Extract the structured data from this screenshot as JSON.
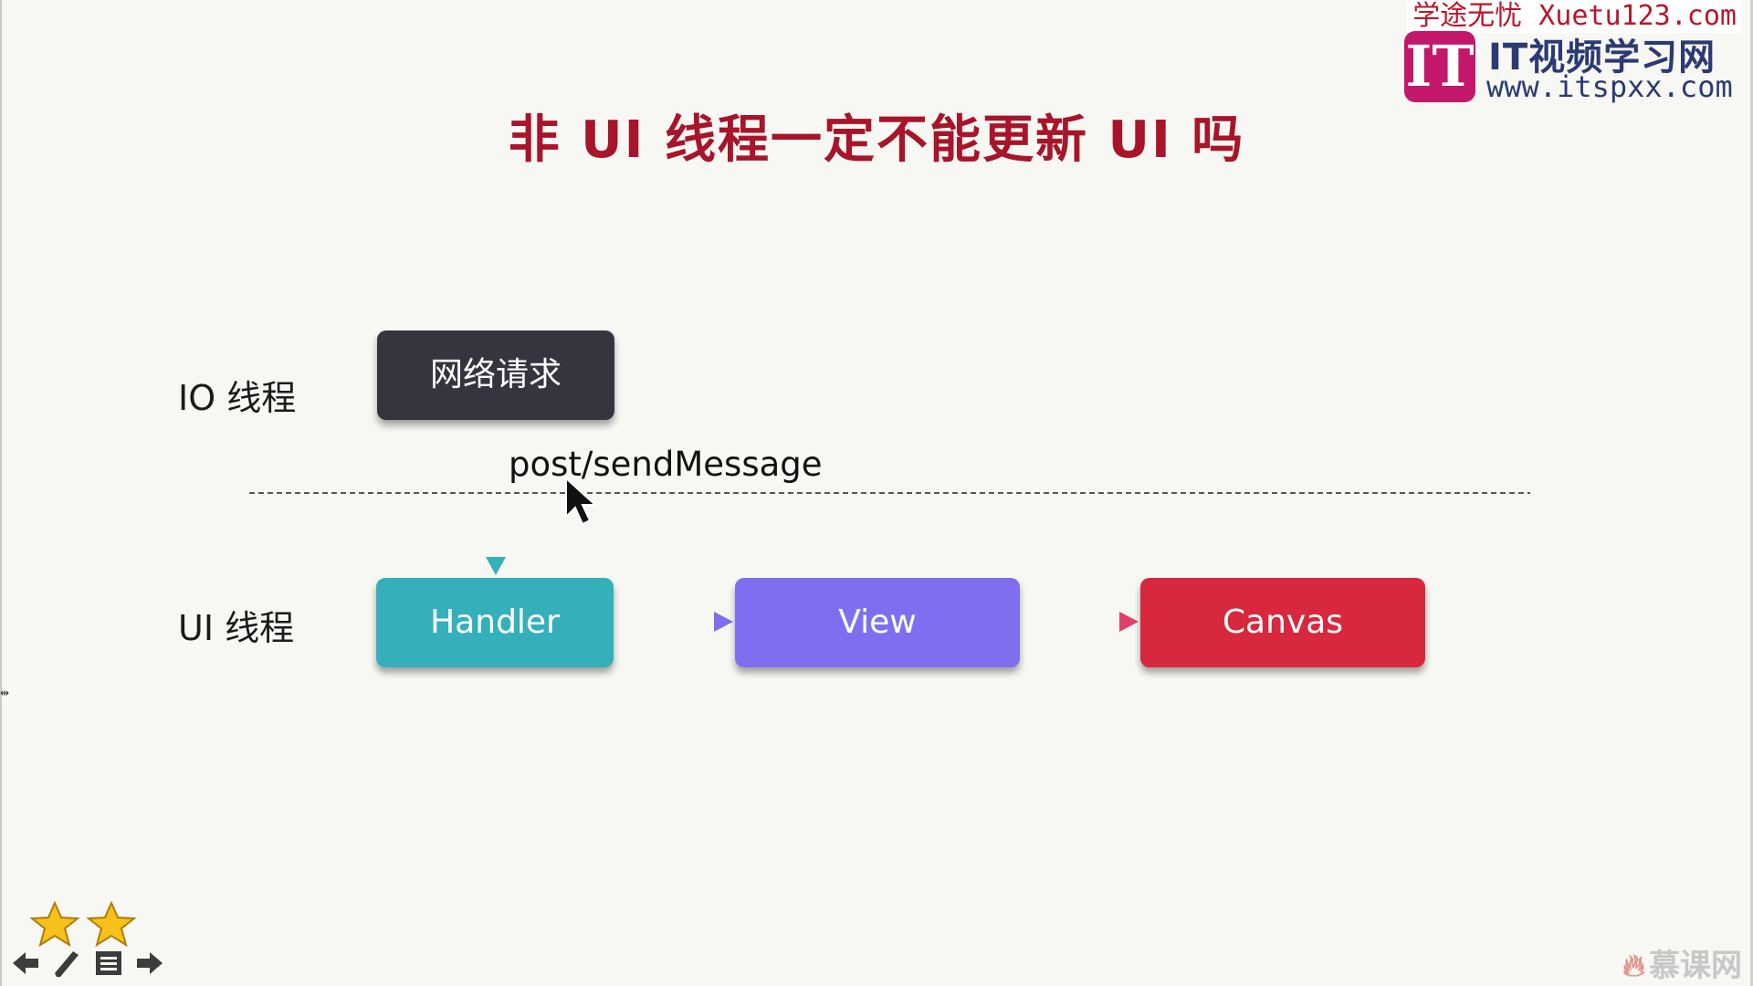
{
  "slide": {
    "title": "非 UI 线程一定不能更新 UI 吗"
  },
  "watermark": {
    "top_text": "学途无忧 Xuetu123.com",
    "badge_letters": "IT",
    "site_name": "IT视频学习网",
    "site_url": "www.itspxx.com"
  },
  "diagram": {
    "lanes": {
      "io_label": "IO 线程",
      "ui_label": "UI 线程"
    },
    "nodes": {
      "network_request": "网络请求",
      "handler": "Handler",
      "view": "View",
      "canvas": "Canvas"
    },
    "edge_label": "post/sendMessage",
    "colors": {
      "network_request": "#35343f",
      "handler": "#35afba",
      "view": "#7f6ff0",
      "canvas": "#d7283d",
      "title": "#a8142a"
    }
  },
  "player": {
    "prev_icon": "arrow-left-icon",
    "pen_icon": "pen-icon",
    "menu_icon": "menu-icon",
    "next_icon": "arrow-right-icon",
    "rating_stars": 2
  },
  "footer": {
    "brand": "慕课网"
  }
}
